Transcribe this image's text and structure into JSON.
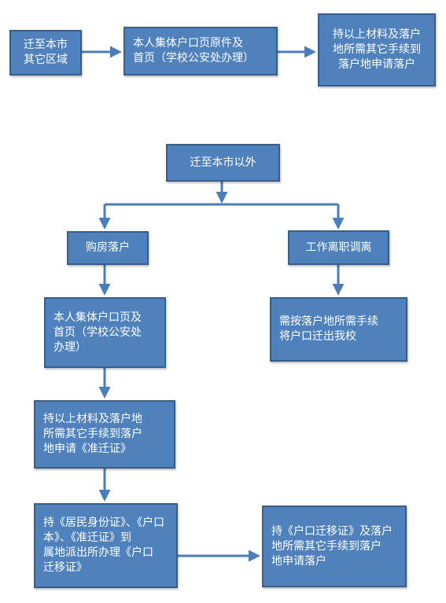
{
  "colors": {
    "box_fill": "#4f81bd",
    "box_border": "#385d8a",
    "arrow": "#4a7ebb",
    "text": "#ffffff"
  },
  "flow_local": {
    "move_within_city": "迁至本市\n其它区域",
    "collective_household_page": "本人集体户口页原件及\n首页（学校公安处办理）",
    "apply_settle_local": "持以上材料及落户\n地所需其它手续到\n落户地申请落户"
  },
  "flow_outside": {
    "move_outside_city": "迁至本市以外",
    "buy_house": "购房落户",
    "job_change": "工作离职调离",
    "collective_page_outside": "本人集体户口页及\n首页（学校公安处\n办理）",
    "transfer_out_school": "需按落户地所需手续\n将户口迁出我校",
    "apply_permit": "持以上材料及落户地\n所需其它手续到落户\n地申请《准迁证》",
    "apply_migration_cert": "持《居民身份证》、《户口\n本》、《准迁证》到\n属地派出所办理《户口\n迁移证》",
    "apply_settle_final": "持《户口迁移证》及落户\n地所需其它手续到落户\n地申请落户"
  }
}
